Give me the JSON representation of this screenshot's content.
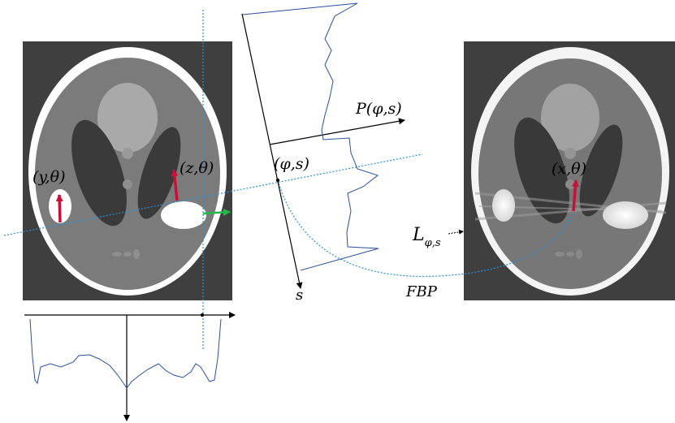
{
  "labels": {
    "y_theta": "(y,θ)",
    "z_theta": "(z,θ)",
    "phi_s": "(φ,s)",
    "p_phi_s": "P(φ,s)",
    "s_axis": "s",
    "x_theta": "(x,θ)",
    "l_base": "L",
    "l_sub": "φ,s",
    "fbp": "FBP"
  },
  "colors": {
    "background_dark": "#3f3f3f",
    "head_outline": "#ffffff",
    "brain": "#7a7a7a",
    "ventricle": "#3a3a3a",
    "bright_spot": "#ffffff",
    "arrow_red": "#c8103a",
    "arrow_green": "#22bb44",
    "ray_dotted": "#2a8fd6",
    "profile_line": "#2c4f9c",
    "axis": "#000000"
  },
  "icons": [
    "red-arrow-icon",
    "green-arrow-icon",
    "axis-arrowhead-icon"
  ]
}
